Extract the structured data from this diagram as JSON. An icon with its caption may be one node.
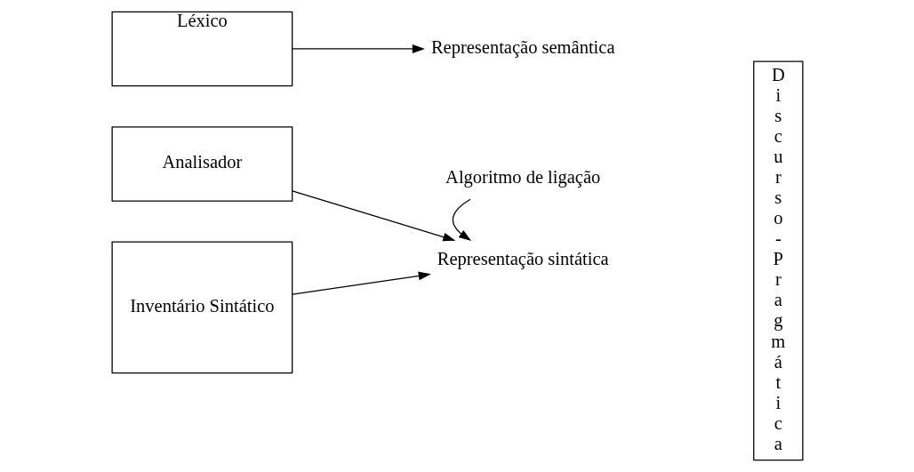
{
  "diagram": {
    "nodes": [
      {
        "text": [
          "Analisador"
        ]
      },
      {
        "text": [
          "Inventário Sintático"
        ]
      },
      {
        "text": [
          "Representação sintática"
        ]
      },
      {
        "text": [
          "Algoritmo de ligação"
        ]
      },
      {
        "text": [
          "Discurso-Pragmática"
        ]
      },
      {
        "text": [
          "Léxico"
        ]
      },
      {
        "text": [
          "Representação semântica"
        ]
      }
    ],
    "edges": [
      {
        "from": 0,
        "to": 2,
        "arrow": "to"
      },
      {
        "from": 1,
        "to": 2,
        "arrow": "to"
      },
      {
        "from": 3,
        "to": 2,
        "arrow": "to"
      },
      {
        "from": 5,
        "to": 6,
        "arrow": "to"
      }
    ]
  }
}
